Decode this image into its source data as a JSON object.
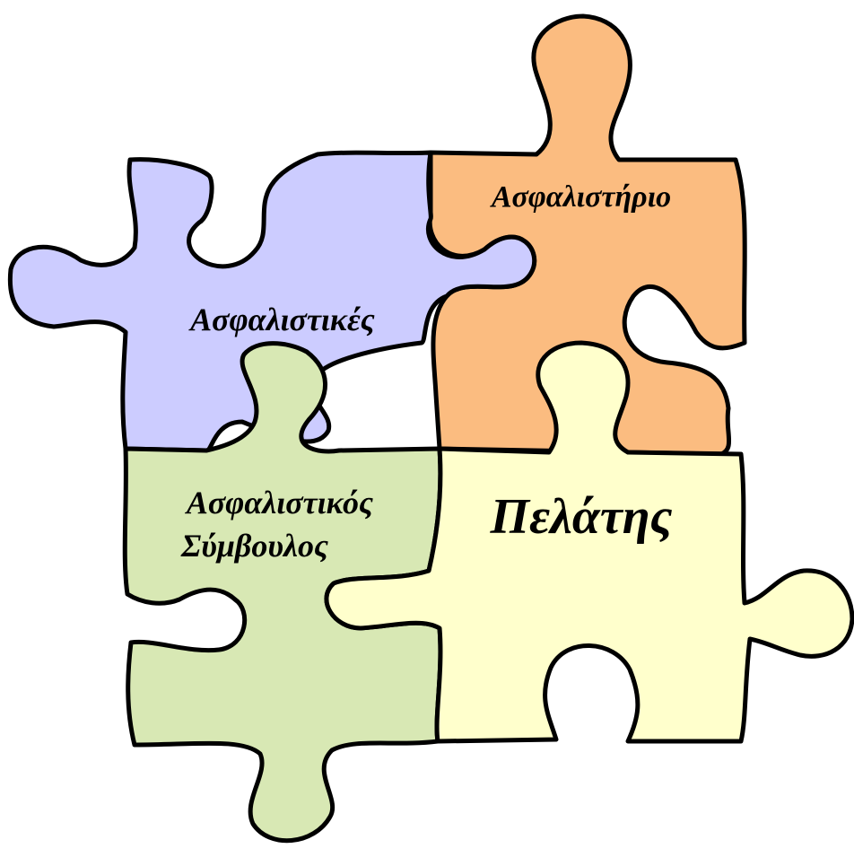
{
  "pieces": {
    "insurance_companies": {
      "label": "Ασφαλιστικές",
      "color": "#ccccff"
    },
    "insurance_brokerage": {
      "label": "Ασφαλιστήριο",
      "color": "#fbbc80"
    },
    "insurance_advisor": {
      "label_line1": "Ασφαλιστικός",
      "label_line2": "Σύμβουλος",
      "color": "#d8e8b4"
    },
    "customer": {
      "label": "Πελάτης",
      "color": "#ffffcc"
    }
  }
}
